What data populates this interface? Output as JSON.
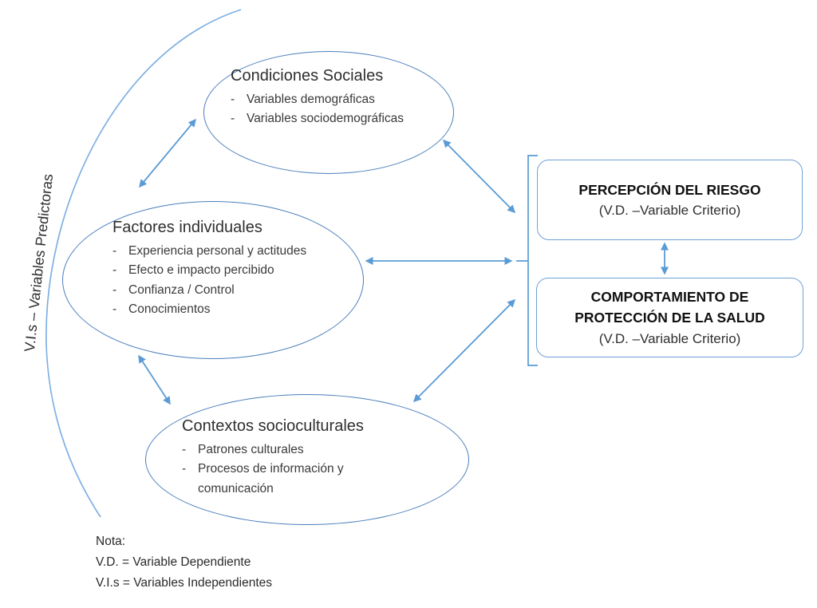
{
  "bullet_marker": "-",
  "left_label": "V.I.s – Variables Predictoras",
  "colors": {
    "arrow": "#5B9BD5",
    "arc": "#7EB0E3",
    "ellipse_stroke": "#4a7ebb",
    "box_stroke": "#6f9fd8",
    "text": "#3a3a3a"
  },
  "ellipses": [
    {
      "title": "Condiciones Sociales",
      "bullets": [
        "Variables demográficas",
        "Variables sociodemográficas"
      ]
    },
    {
      "title": "Factores individuales",
      "bullets": [
        "Experiencia personal y actitudes",
        "Efecto e impacto percibido",
        "Confianza / Control",
        "Conocimientos"
      ]
    },
    {
      "title": "Contextos socioculturales",
      "bullets": [
        "Patrones culturales",
        "Procesos de información y comunicación"
      ]
    }
  ],
  "boxes": [
    {
      "title_lines": [
        "PERCEPCIÓN DEL RIESGO"
      ],
      "subtitle": "(V.D. –Variable Criterio)"
    },
    {
      "title_lines": [
        "COMPORTAMIENTO DE",
        "PROTECCIÓN DE LA SALUD"
      ],
      "subtitle": "(V.D. –Variable Criterio)"
    }
  ],
  "note": {
    "heading": "Nota:",
    "lines": [
      "V.D. = Variable Dependiente",
      "V.I.s = Variables Independientes"
    ]
  }
}
